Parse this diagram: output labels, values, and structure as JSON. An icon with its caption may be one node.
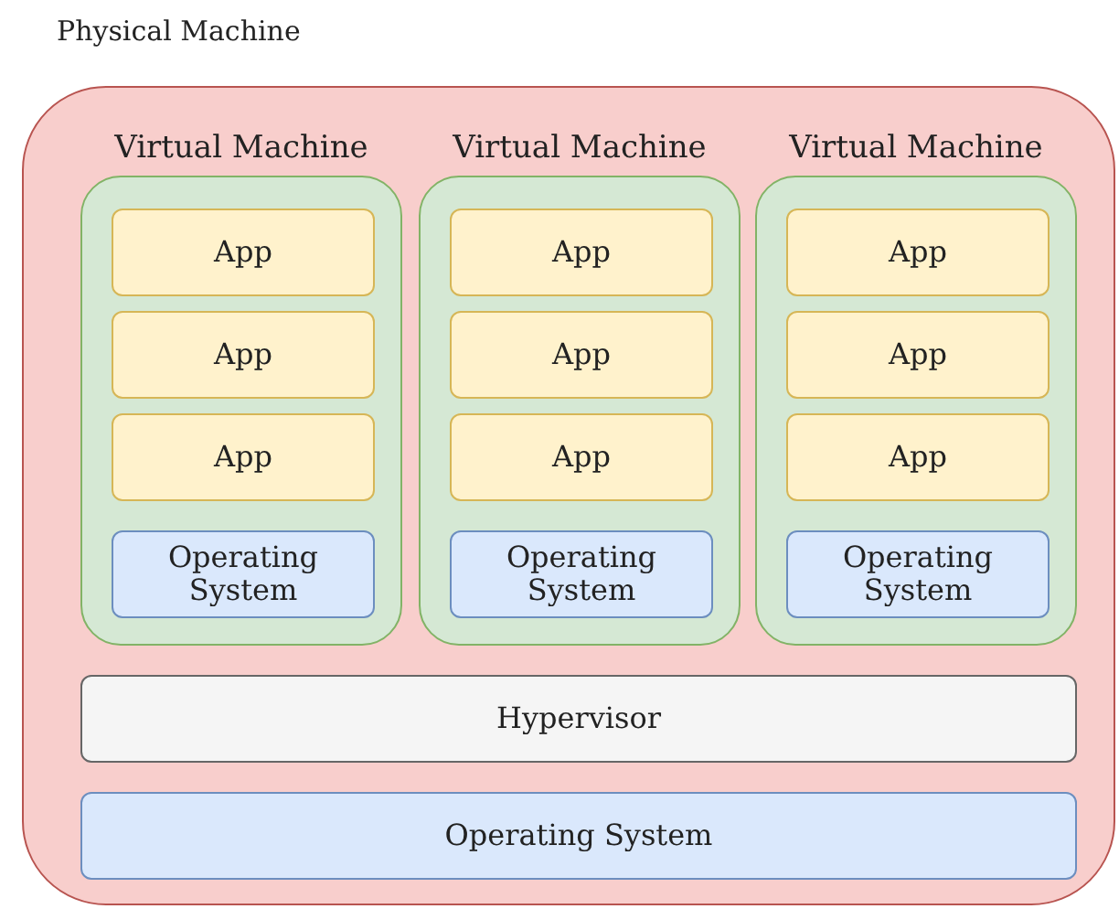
{
  "diagram": {
    "nodes": [
      {
        "text": [
          "Physical Machine"
        ]
      },
      {
        "text": [
          "Virtual Machine"
        ],
        "in": 0
      },
      {
        "text": [
          "App"
        ],
        "in": 1
      },
      {
        "text": [
          "App"
        ],
        "in": 1
      },
      {
        "text": [
          "App"
        ],
        "in": 1
      },
      {
        "text": [
          "Operating System"
        ],
        "in": 1
      },
      {
        "text": [
          "Virtual Machine"
        ],
        "in": 0
      },
      {
        "text": [
          "App"
        ],
        "in": 6
      },
      {
        "text": [
          "App"
        ],
        "in": 6
      },
      {
        "text": [
          "App"
        ],
        "in": 6
      },
      {
        "text": [
          "Operating System"
        ],
        "in": 6
      },
      {
        "text": [
          "Virtual Machine"
        ],
        "in": 0
      },
      {
        "text": [
          "App"
        ],
        "in": 11
      },
      {
        "text": [
          "App"
        ],
        "in": 11
      },
      {
        "text": [
          "App"
        ],
        "in": 11
      },
      {
        "text": [
          "Operating System"
        ],
        "in": 11
      },
      {
        "text": [
          "Hypervisor"
        ],
        "in": 0
      },
      {
        "text": [
          "Operating System"
        ],
        "in": 0
      }
    ]
  }
}
